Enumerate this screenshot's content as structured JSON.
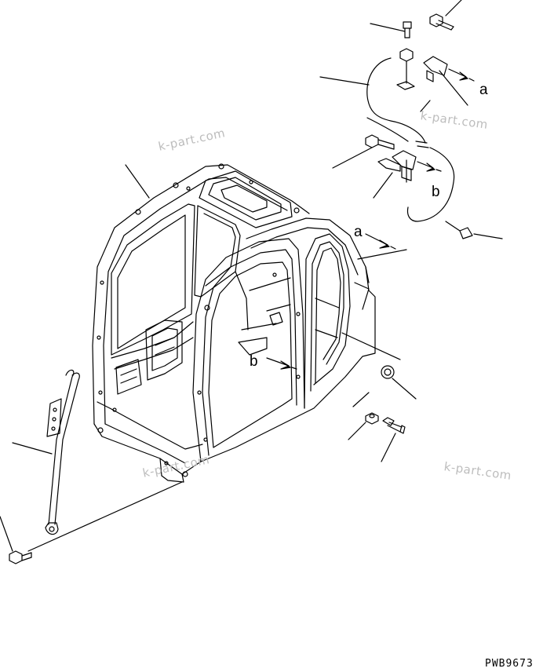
{
  "callouts": {
    "a_top": "a",
    "b_top": "b",
    "a_main": "a",
    "b_main": "b"
  },
  "watermarks": [
    "k-part.com",
    "k-part.com",
    "k-part.com",
    "k-part.com"
  ],
  "drawing_code": "PWB9673",
  "colors": {
    "line": "#000000",
    "watermark": "#bdbdbd"
  }
}
